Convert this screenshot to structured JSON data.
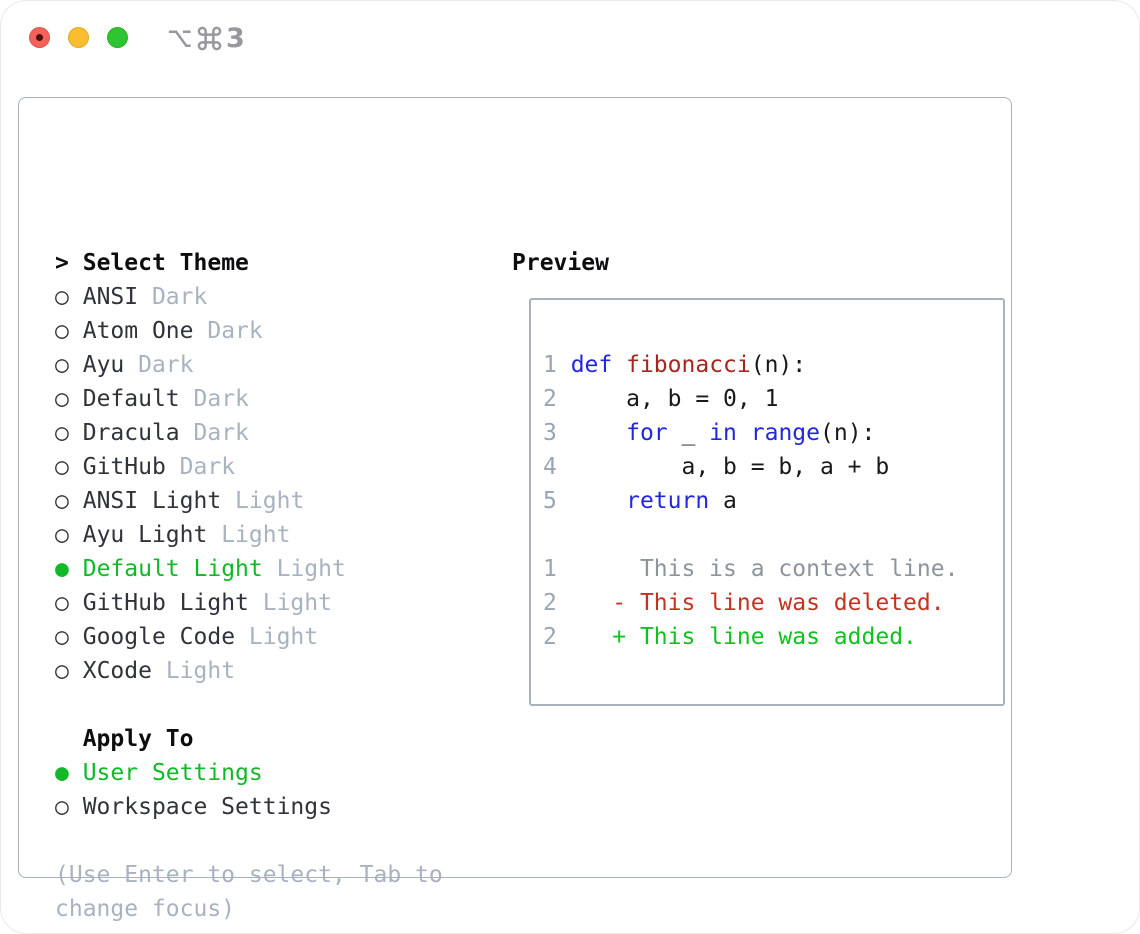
{
  "titlebar": {
    "buttons": [
      {
        "name": "close"
      },
      {
        "name": "minimize"
      },
      {
        "name": "zoom"
      }
    ],
    "shortcut": {
      "icons": [
        "option-icon",
        "command-icon"
      ],
      "text": "3",
      "label": "⌥⌘3"
    }
  },
  "theme_picker": {
    "header_marker": ">",
    "title": "Select Theme",
    "glyphs": {
      "selected": "●",
      "unselected": "○"
    },
    "options": [
      {
        "name": "ANSI",
        "variant": "Dark",
        "selected": false
      },
      {
        "name": "Atom One",
        "variant": "Dark",
        "selected": false
      },
      {
        "name": "Ayu",
        "variant": "Dark",
        "selected": false
      },
      {
        "name": "Default",
        "variant": "Dark",
        "selected": false
      },
      {
        "name": "Dracula",
        "variant": "Dark",
        "selected": false
      },
      {
        "name": "GitHub",
        "variant": "Dark",
        "selected": false
      },
      {
        "name": "ANSI Light",
        "variant": "Light",
        "selected": false
      },
      {
        "name": "Ayu Light",
        "variant": "Light",
        "selected": false
      },
      {
        "name": "Default Light",
        "variant": "Light",
        "selected": true
      },
      {
        "name": "GitHub Light",
        "variant": "Light",
        "selected": false
      },
      {
        "name": "Google Code",
        "variant": "Light",
        "selected": false
      },
      {
        "name": "XCode",
        "variant": "Light",
        "selected": false
      }
    ],
    "apply_to": {
      "title": "Apply To",
      "options": [
        {
          "name": "User Settings",
          "selected": true
        },
        {
          "name": "Workspace Settings",
          "selected": false
        }
      ]
    },
    "hint_lines": [
      "(Use Enter to select, Tab to",
      "change focus)"
    ]
  },
  "preview": {
    "title": "Preview",
    "lines": [
      {
        "tokens": [
          {
            "t": "1 ",
            "c": "num"
          },
          {
            "t": "def",
            "c": "kw"
          },
          {
            "t": " ",
            "c": "plain"
          },
          {
            "t": "fibonacci",
            "c": "fn"
          },
          {
            "t": "(n):",
            "c": "plain"
          }
        ]
      },
      {
        "tokens": [
          {
            "t": "2",
            "c": "num"
          },
          {
            "t": "     a, b = 0, 1",
            "c": "plain"
          }
        ]
      },
      {
        "tokens": [
          {
            "t": "3",
            "c": "num"
          },
          {
            "t": "     ",
            "c": "plain"
          },
          {
            "t": "for",
            "c": "kw"
          },
          {
            "t": " _ ",
            "c": "plain"
          },
          {
            "t": "in",
            "c": "kw"
          },
          {
            "t": " ",
            "c": "plain"
          },
          {
            "t": "range",
            "c": "kw"
          },
          {
            "t": "(n):",
            "c": "plain"
          }
        ]
      },
      {
        "tokens": [
          {
            "t": "4",
            "c": "num"
          },
          {
            "t": "         a, b = b, a + b",
            "c": "plain"
          }
        ]
      },
      {
        "tokens": [
          {
            "t": "5",
            "c": "num"
          },
          {
            "t": "     ",
            "c": "plain"
          },
          {
            "t": "return",
            "c": "kw"
          },
          {
            "t": " a",
            "c": "plain"
          }
        ]
      },
      {
        "tokens": []
      },
      {
        "tokens": [
          {
            "t": "1",
            "c": "num"
          },
          {
            "t": "      This is a context line.",
            "c": "ctx"
          }
        ]
      },
      {
        "tokens": [
          {
            "t": "2",
            "c": "num"
          },
          {
            "t": "    ",
            "c": "plain"
          },
          {
            "t": "- This line was deleted.",
            "c": "del"
          }
        ]
      },
      {
        "tokens": [
          {
            "t": "2",
            "c": "num"
          },
          {
            "t": "    ",
            "c": "plain"
          },
          {
            "t": "+ This line was added.",
            "c": "add"
          }
        ]
      }
    ]
  },
  "colors": {
    "accent_green": "#11b929",
    "added_green": "#11c021",
    "deleted_red": "#c4331f",
    "keyword_blue": "#2227dd",
    "function_red": "#a6251e",
    "line_number_gray": "#9aa5b3",
    "context_gray": "#8c949c",
    "muted_gray": "#a9b2c0",
    "border_gray": "#a9b1bb",
    "traffic_red": "#f4605a",
    "traffic_yellow": "#fabd2f",
    "traffic_green": "#2fc431"
  }
}
